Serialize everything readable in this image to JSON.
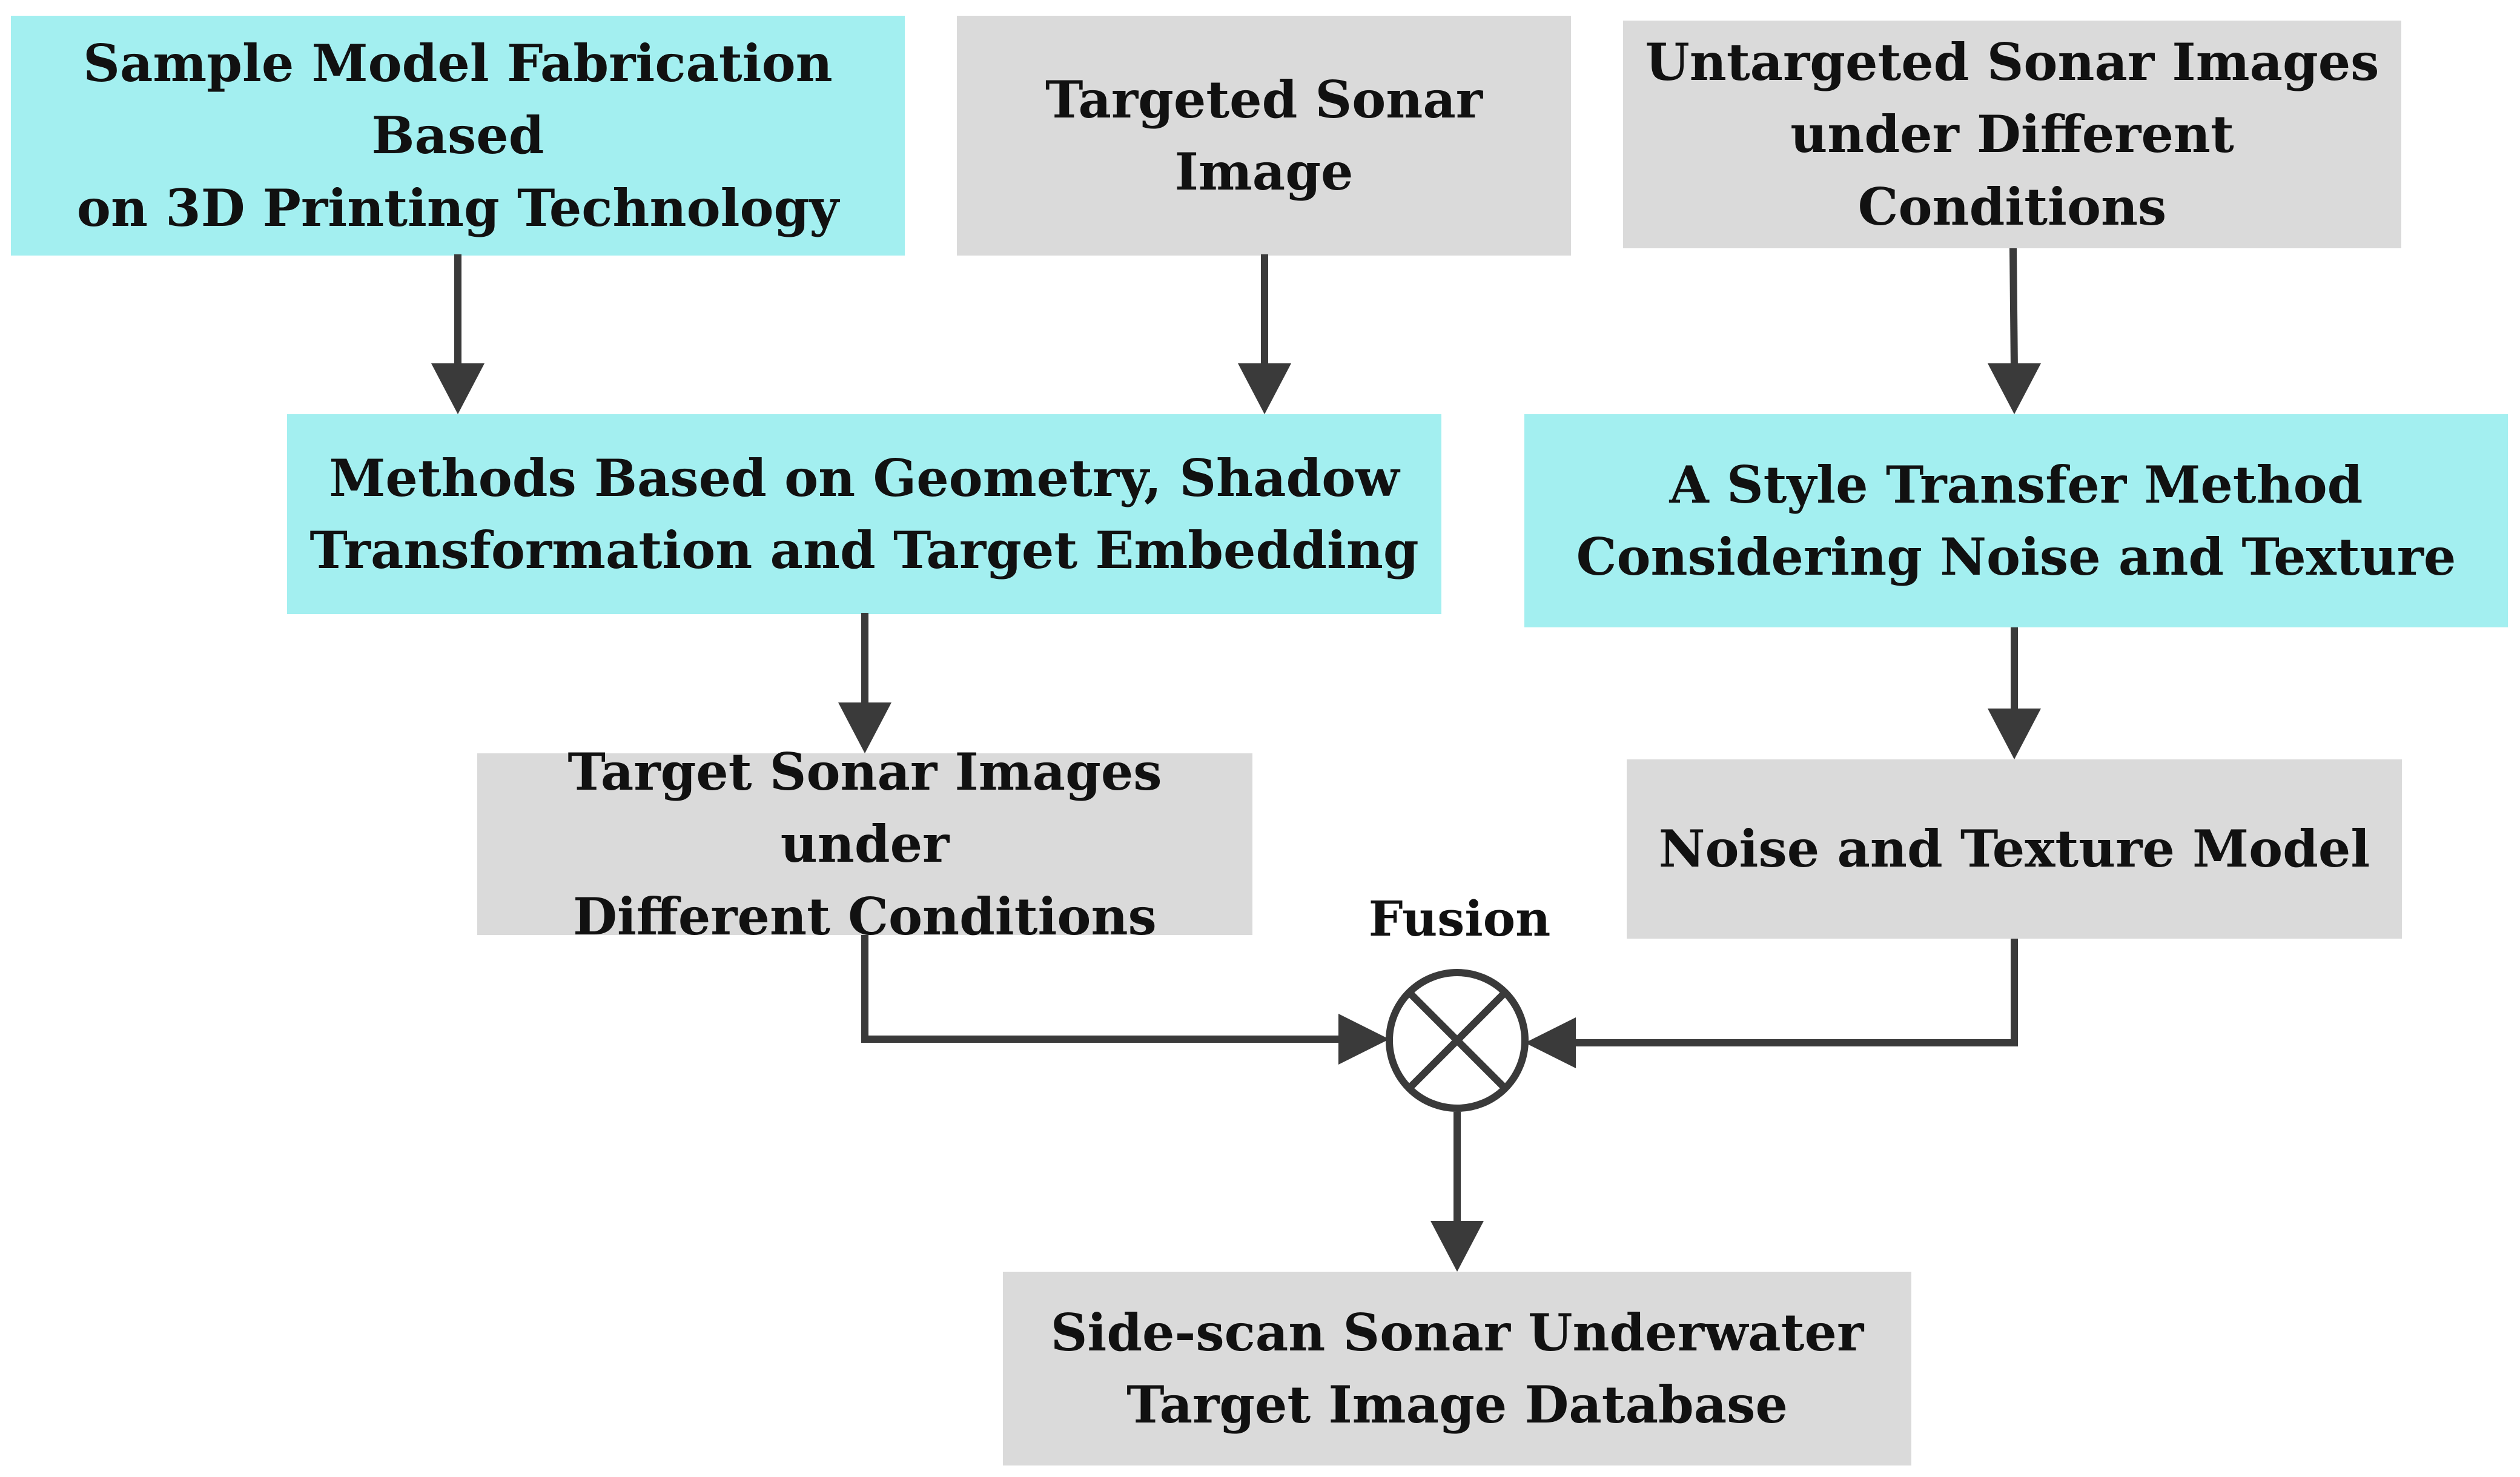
{
  "colors": {
    "method_fill": "#a3eff0",
    "data_fill": "#dadada",
    "line": "#3a3a3a",
    "text": "#111111"
  },
  "nodes": {
    "sample_model": "Sample Model Fabrication Based\non 3D Printing Technology",
    "targeted_sonar": "Targeted Sonar Image",
    "untargeted_sonar": "Untargeted Sonar Images\nunder Different Conditions",
    "geometry_methods": "Methods Based on Geometry, Shadow\nTransformation and Target Embedding",
    "style_transfer": "A Style Transfer Method\nConsidering Noise and Texture",
    "target_conditions": "Target Sonar Images under\nDifferent Conditions",
    "noise_texture": "Noise and Texture Model",
    "database": "Side-scan Sonar Underwater\nTarget Image Database"
  },
  "fusion": {
    "label": "Fusion",
    "icon": "circle-times-icon"
  }
}
